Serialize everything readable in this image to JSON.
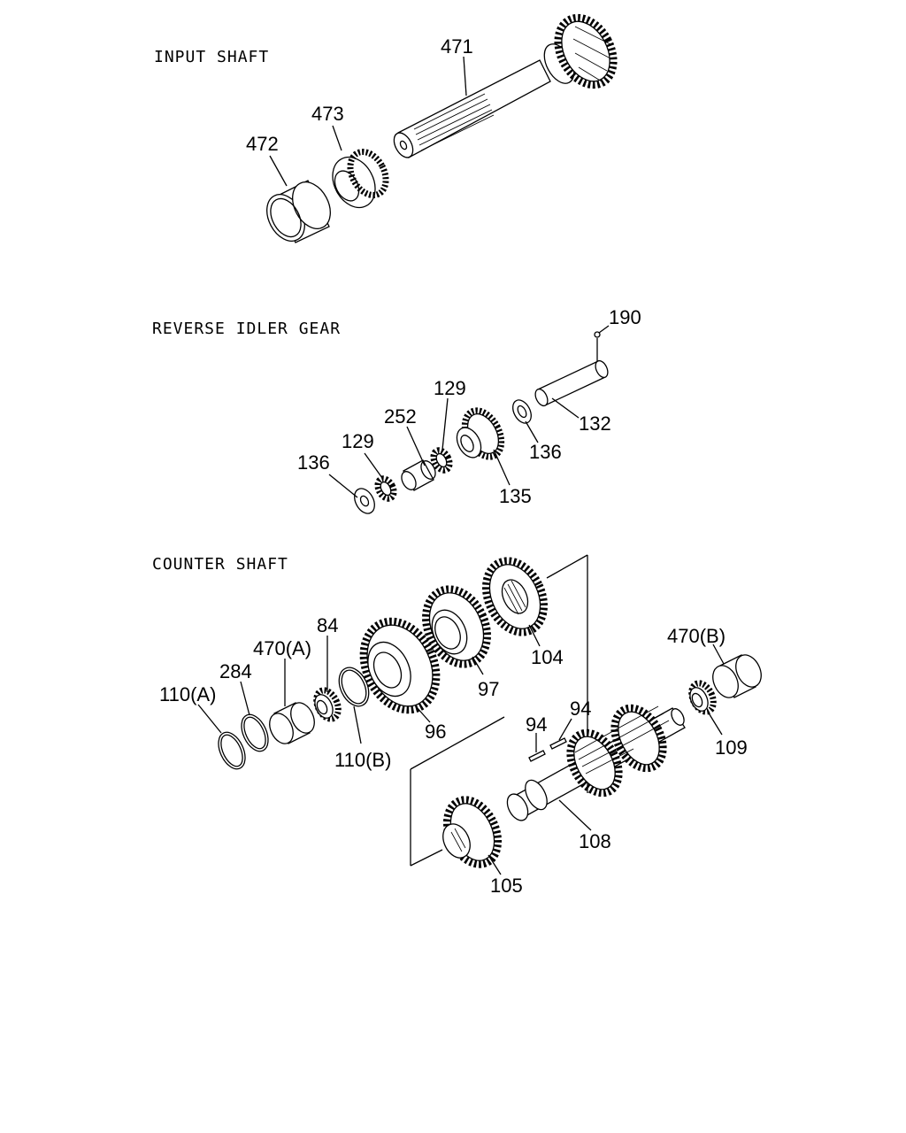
{
  "sections": {
    "input_shaft": "INPUT SHAFT",
    "reverse_idler_gear": "REVERSE IDLER GEAR",
    "counter_shaft": "COUNTER SHAFT"
  },
  "callouts": {
    "p471": "471",
    "p473": "473",
    "p472": "472",
    "p190": "190",
    "p129a": "129",
    "p252": "252",
    "p129b": "129",
    "p136a": "136",
    "p132": "132",
    "p136b": "136",
    "p135": "135",
    "p84": "84",
    "p470a": "470(A)",
    "p284": "284",
    "p110a": "110(A)",
    "p110b": "110(B)",
    "p96": "96",
    "p97": "97",
    "p104": "104",
    "p470b": "470(B)",
    "p109": "109",
    "p94a": "94",
    "p94b": "94",
    "p108": "108",
    "p105": "105"
  }
}
